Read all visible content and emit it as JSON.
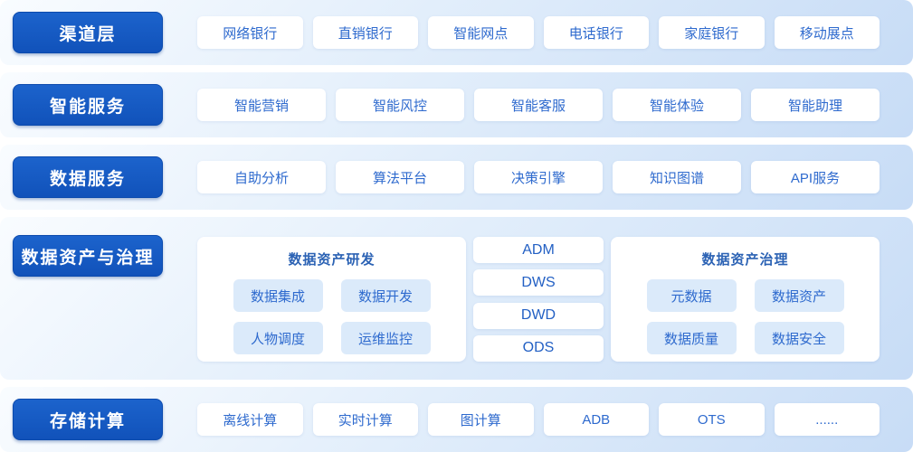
{
  "colors": {
    "label_bg": "#1356bf",
    "label_border": "#0b4aad",
    "item_text": "#2e6ace",
    "subitem_bg": "#dbeafa",
    "panel_title_text": "#2b62b4",
    "band_gradient_top": "#f9fcff",
    "band_gradient_bottom": "#c7dcf6"
  },
  "layers": {
    "channel": {
      "label": "渠道层",
      "items": [
        "网络银行",
        "直销银行",
        "智能网点",
        "电话银行",
        "家庭银行",
        "移动展点"
      ]
    },
    "intelligent_service": {
      "label": "智能服务",
      "items": [
        "智能营销",
        "智能风控",
        "智能客服",
        "智能体验",
        "智能助理"
      ]
    },
    "data_service": {
      "label": "数据服务",
      "items": [
        "自助分析",
        "算法平台",
        "决策引擎",
        "知识图谱",
        "API服务"
      ]
    },
    "data_asset_governance": {
      "label": "数据资产与治理",
      "dev_panel": {
        "title": "数据资产研发",
        "items": [
          "数据集成",
          "数据开发",
          "人物调度",
          "运维监控"
        ]
      },
      "warehouse_stack": [
        "ADM",
        "DWS",
        "DWD",
        "ODS"
      ],
      "gov_panel": {
        "title": "数据资产治理",
        "items": [
          "元数据",
          "数据资产",
          "数据质量",
          "数据安全"
        ]
      }
    },
    "storage_compute": {
      "label": "存储计算",
      "items": [
        "离线计算",
        "实时计算",
        "图计算",
        "ADB",
        "OTS",
        "......"
      ]
    }
  }
}
